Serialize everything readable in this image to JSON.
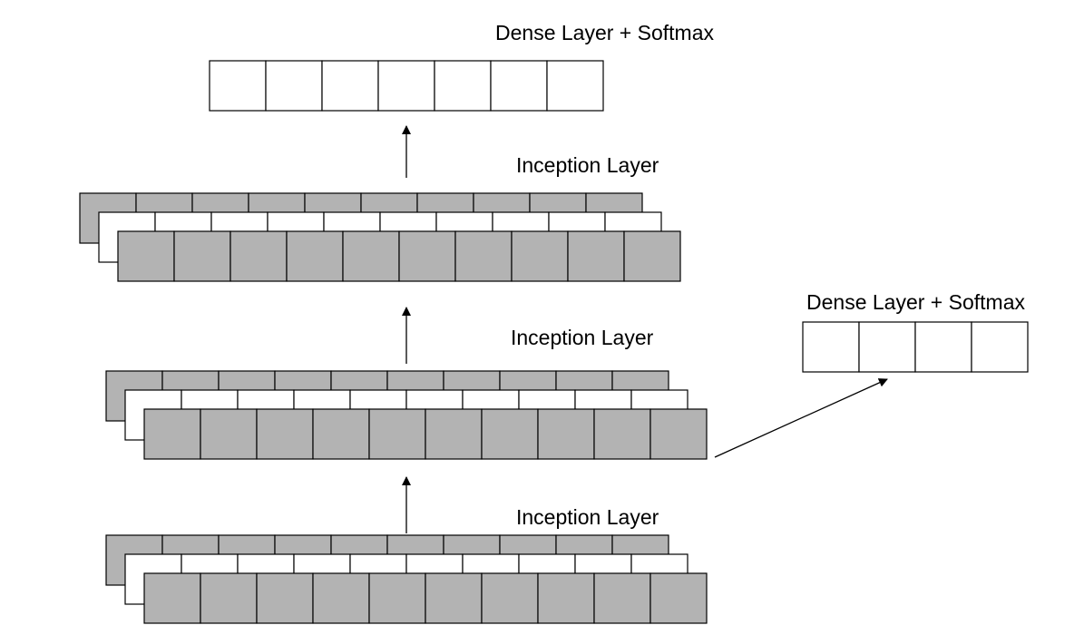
{
  "labels": {
    "top_output": "Dense Layer + Softmax",
    "inception_top": "Inception Layer",
    "inception_middle": "Inception Layer",
    "inception_bottom": "Inception Layer",
    "side_output": "Dense Layer + Softmax"
  },
  "structure": {
    "top_output_cells": 7,
    "side_output_cells": 4,
    "inception_cells_per_row": 10,
    "inception_stack_rows": 3
  },
  "colors": {
    "filled_cell": "#b3b3b3",
    "empty_cell": "#ffffff",
    "line": "#000000"
  }
}
